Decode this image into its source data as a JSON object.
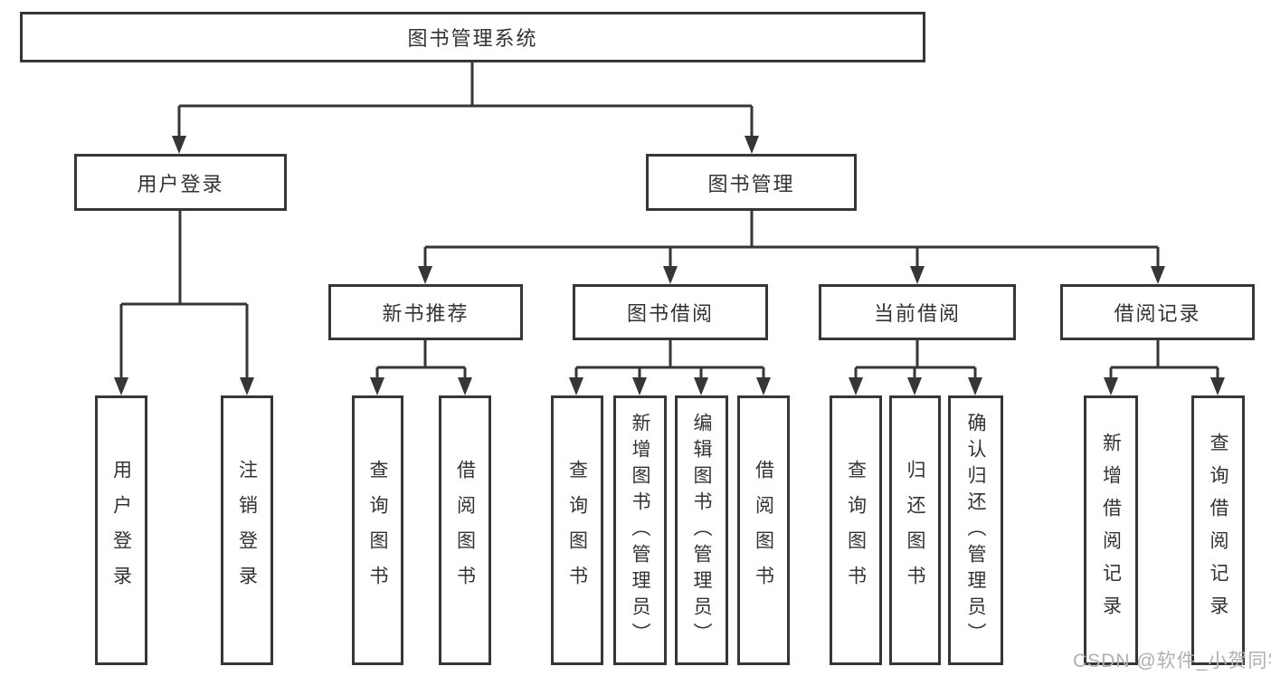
{
  "diagram": {
    "root": {
      "label": "图书管理系统"
    },
    "branches": [
      {
        "label": "用户登录",
        "children": [
          {
            "label": "用户登录"
          },
          {
            "label": "注销登录"
          }
        ]
      },
      {
        "label": "图书管理",
        "children": [
          {
            "label": "新书推荐",
            "children": [
              {
                "label": "查询图书"
              },
              {
                "label": "借阅图书"
              }
            ]
          },
          {
            "label": "图书借阅",
            "children": [
              {
                "label": "查询图书"
              },
              {
                "label": "新增图书（管理员）"
              },
              {
                "label": "编辑图书（管理员）"
              },
              {
                "label": "借阅图书"
              }
            ]
          },
          {
            "label": "当前借阅",
            "children": [
              {
                "label": "查询图书"
              },
              {
                "label": "归还图书"
              },
              {
                "label": "确认归还（管理员）"
              }
            ]
          },
          {
            "label": "借阅记录",
            "children": [
              {
                "label": "新增借阅记录"
              },
              {
                "label": "查询借阅记录"
              }
            ]
          }
        ]
      }
    ]
  },
  "watermark": {
    "text": "CSDN @软件_小贺同学"
  },
  "colors": {
    "line": "#363636",
    "text": "#333333",
    "background": "#ffffff",
    "watermark": "#b0b0b0"
  }
}
